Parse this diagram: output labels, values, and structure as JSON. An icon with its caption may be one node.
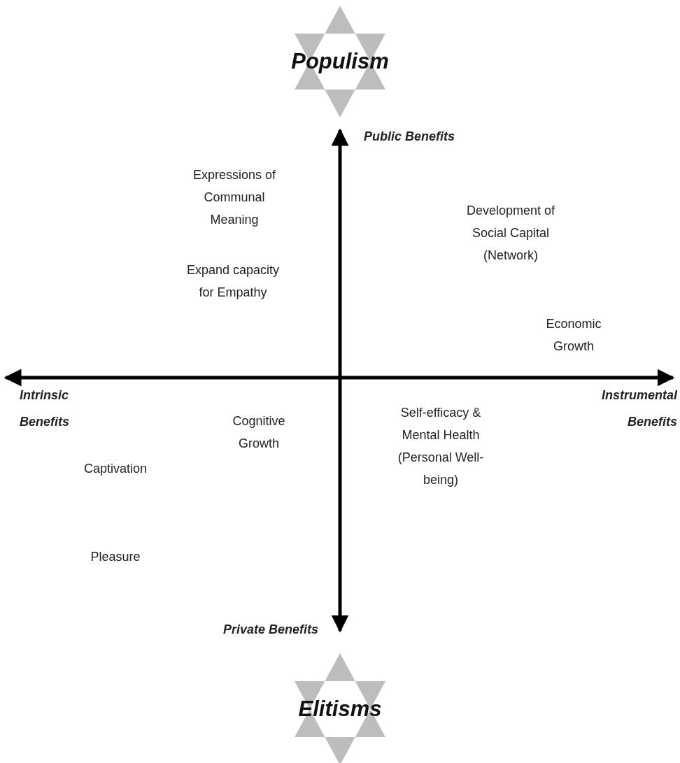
{
  "diagram": {
    "nodes": [
      {
        "text": [
          "Populism"
        ]
      },
      {
        "text": [
          "Elitisms"
        ]
      }
    ],
    "labels": [
      "Public Benefits",
      "Expressions of Communal Meaning",
      "Development of Social Capital (Network)",
      "Expand capacity for Empathy",
      "Economic Growth",
      "Intrinsic Benefits",
      "Instrumental Benefits",
      "Cognitive Growth",
      "Self-efficacy & Mental Health (Personal Well-being)",
      "Captivation",
      "Pleasure",
      "Private Benefits"
    ]
  }
}
